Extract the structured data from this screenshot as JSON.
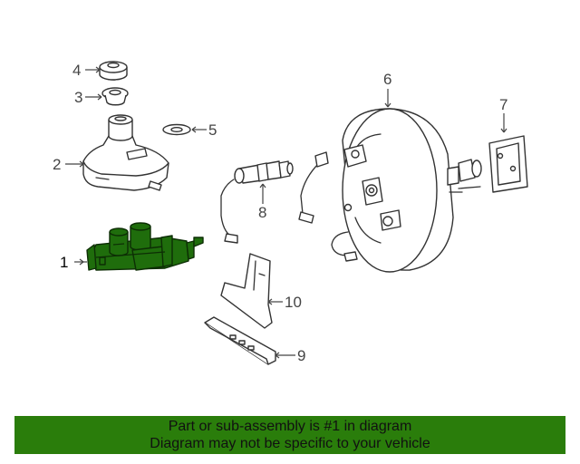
{
  "callouts": [
    "1",
    "2",
    "3",
    "4",
    "5",
    "6",
    "7",
    "8",
    "9",
    "10"
  ],
  "banner": {
    "line1": "Part or sub-assembly is #1 in diagram",
    "line2": "Diagram may not be specific to your vehicle"
  },
  "colors": {
    "highlight": "#1f6d0c",
    "banner": "#2a7d0b"
  }
}
